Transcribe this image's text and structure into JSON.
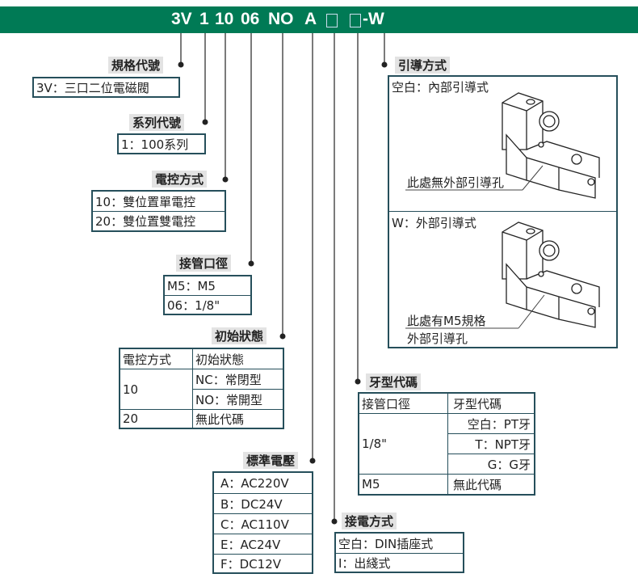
{
  "header": {
    "code_parts": [
      "3V",
      "1",
      "10",
      "06",
      "NO",
      "A",
      "-W"
    ],
    "bg": "#007a55"
  },
  "spec": {
    "title": "規格代號",
    "items": [
      "3V：三口二位電磁閥"
    ]
  },
  "series": {
    "title": "系列代號",
    "items": [
      "1：100系列"
    ]
  },
  "control": {
    "title": "電控方式",
    "items": [
      "10：雙位置單電控",
      "20：雙位置雙電控"
    ]
  },
  "port": {
    "title": "接管口徑",
    "items": [
      "M5：M5",
      "06：1/8\""
    ]
  },
  "initial": {
    "title": "初始狀態",
    "headers": [
      "電控方式",
      "初始狀態"
    ],
    "rows": [
      {
        "code": "10",
        "states": [
          "NC：常閉型",
          "NO：常開型"
        ]
      },
      {
        "code": "20",
        "states": [
          "無此代碼"
        ]
      }
    ]
  },
  "voltage": {
    "title": "標準電壓",
    "items": [
      "A：AC220V",
      "B：DC24V",
      "C：AC110V",
      "E：AC24V",
      "F：DC12V"
    ]
  },
  "wiring": {
    "title": "接電方式",
    "items": [
      "空白：DIN插座式",
      "I：出綫式"
    ]
  },
  "thread": {
    "title": "牙型代碼",
    "headers": [
      "接管口徑",
      "牙型代碼"
    ],
    "rows": [
      {
        "port": "1/8\"",
        "codes": [
          "空白：PT牙",
          "T：NPT牙",
          "G：G牙"
        ]
      },
      {
        "port": "M5",
        "codes": [
          "無此代碼"
        ]
      }
    ]
  },
  "pilot": {
    "title": "引導方式",
    "options": [
      {
        "label": "空白：內部引導式",
        "note": [
          "此處無外部引導孔"
        ]
      },
      {
        "label": "W：外部引導式",
        "note": [
          "此處有M5規格",
          "外部引導孔"
        ]
      }
    ]
  }
}
